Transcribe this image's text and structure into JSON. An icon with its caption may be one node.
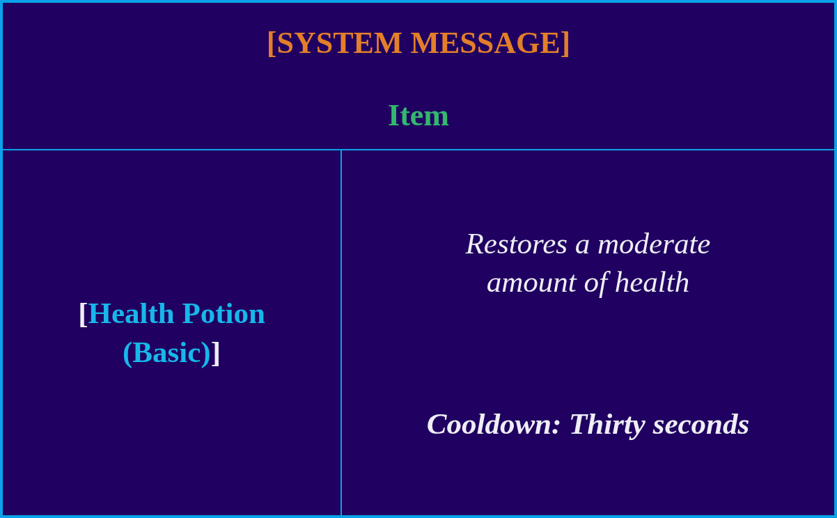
{
  "diagram": {
    "title": "[SYSTEM MESSAGE]",
    "labels": [
      "Item",
      "[Health Potion (Basic)]",
      "Restores a moderate amount of health",
      "Cooldown: Thirty seconds"
    ]
  }
}
